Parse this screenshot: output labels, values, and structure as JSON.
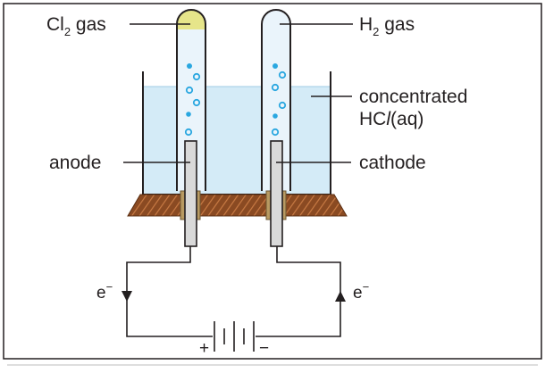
{
  "labels": {
    "cl2_gas": {
      "main": "Cl",
      "italic_part": "",
      "sub": "2",
      "suffix": " gas"
    },
    "h2_gas": {
      "main": "H",
      "sub": "2",
      "suffix": " gas"
    },
    "electrolyte_line1": "concentrated",
    "electrolyte_line2_a": "HC",
    "electrolyte_line2_b": "l",
    "electrolyte_line2_c": "(aq)",
    "anode": "anode",
    "cathode": "cathode",
    "electron_left": "e",
    "electron_right": "e",
    "electron_sup": "−",
    "plus": "+",
    "minus": "−"
  },
  "colors": {
    "electrolyte": "#d4ebf7",
    "chlorine": "#e6e58a",
    "bubble": "#2aa7e0",
    "wood": "#8a4a22",
    "line": "#231f20"
  }
}
